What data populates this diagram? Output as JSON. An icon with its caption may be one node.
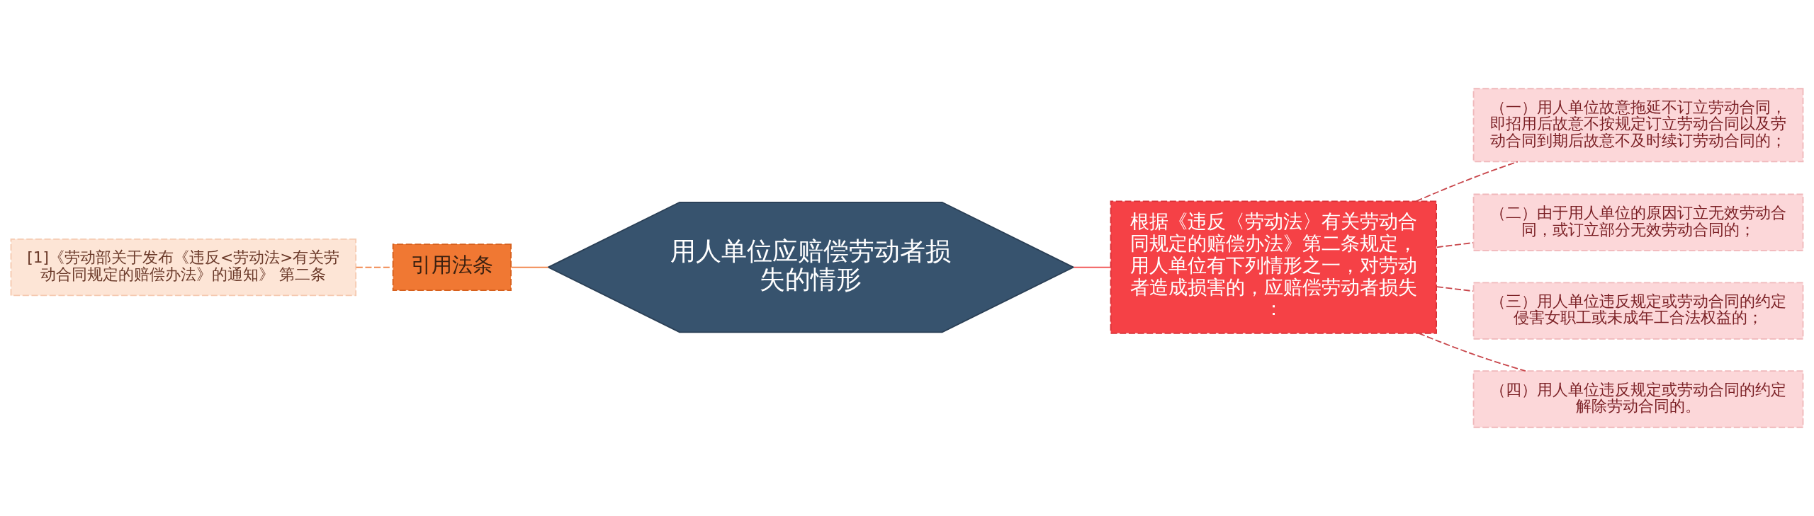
{
  "diagram": {
    "nodes": [
      {
        "text": [
          "[1]《劳动部关于发布《违反<劳动法>有关劳动合同规定的赔偿办法》的通知》 第二条"
        ]
      },
      {
        "text": [
          "引用法条"
        ]
      },
      {
        "text": [
          "用人单位应赔偿劳动者损失的情形"
        ]
      },
      {
        "text": [
          "根据《违反〈劳动法〉有关劳动合同规定的赔偿办法》第二条规定，用人单位有下列情形之一，对劳动者造成损害的，应赔偿劳动者损失："
        ]
      },
      {
        "text": [
          "（一）用人单位故意拖延不订立劳动合同，即招用后故意不按规定订立劳动合同以及劳动合同到期后故意不及时续订劳动合同的；"
        ]
      },
      {
        "text": [
          "（二）由于用人单位的原因订立无效劳动合同，或订立部分无效劳动合同的；"
        ]
      },
      {
        "text": [
          "（三）用人单位违反规定或劳动合同的约定侵害女职工或未成年工合法权益的；"
        ]
      },
      {
        "text": [
          "（四）用人单位违反规定或劳动合同的约定解除劳动合同的。"
        ]
      }
    ],
    "edges": [
      {
        "from": 0,
        "to": 1,
        "arrow": "none",
        "style": "dashed",
        "color": "#f07c3c"
      },
      {
        "from": 1,
        "to": 2,
        "arrow": "none",
        "color": "#f07c3c"
      },
      {
        "from": 2,
        "to": 3,
        "arrow": "none",
        "color": "#f04848"
      },
      {
        "from": 3,
        "to": 4,
        "arrow": "none",
        "style": "dashed",
        "color": "#c8454a"
      },
      {
        "from": 3,
        "to": 5,
        "arrow": "none",
        "style": "dashed",
        "color": "#c8454a"
      },
      {
        "from": 3,
        "to": 6,
        "arrow": "none",
        "style": "dashed",
        "color": "#c8454a"
      },
      {
        "from": 3,
        "to": 7,
        "arrow": "none",
        "style": "dashed",
        "color": "#c8454a"
      }
    ]
  }
}
